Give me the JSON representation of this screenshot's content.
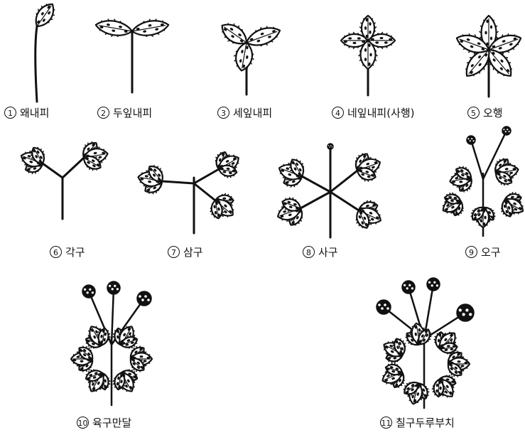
{
  "stages": [
    {
      "id": "s1",
      "number": "1",
      "label": "왜내피"
    },
    {
      "id": "s2",
      "number": "2",
      "label": "두잎내피"
    },
    {
      "id": "s3",
      "number": "3",
      "label": "세잎내피"
    },
    {
      "id": "s4",
      "number": "4",
      "label": "네잎내피(사행)"
    },
    {
      "id": "s5",
      "number": "5",
      "label": "오행"
    },
    {
      "id": "s6",
      "number": "6",
      "label": "각구"
    },
    {
      "id": "s7",
      "number": "7",
      "label": "삼구"
    },
    {
      "id": "s8",
      "number": "8",
      "label": "사구"
    },
    {
      "id": "s9",
      "number": "9",
      "label": "오구"
    },
    {
      "id": "s10",
      "number": "10",
      "label": "육구만달"
    },
    {
      "id": "s11",
      "number": "11",
      "label": "칠구두루부치"
    }
  ],
  "colors": {
    "ink": "#111111",
    "paper": "#ffffff"
  }
}
